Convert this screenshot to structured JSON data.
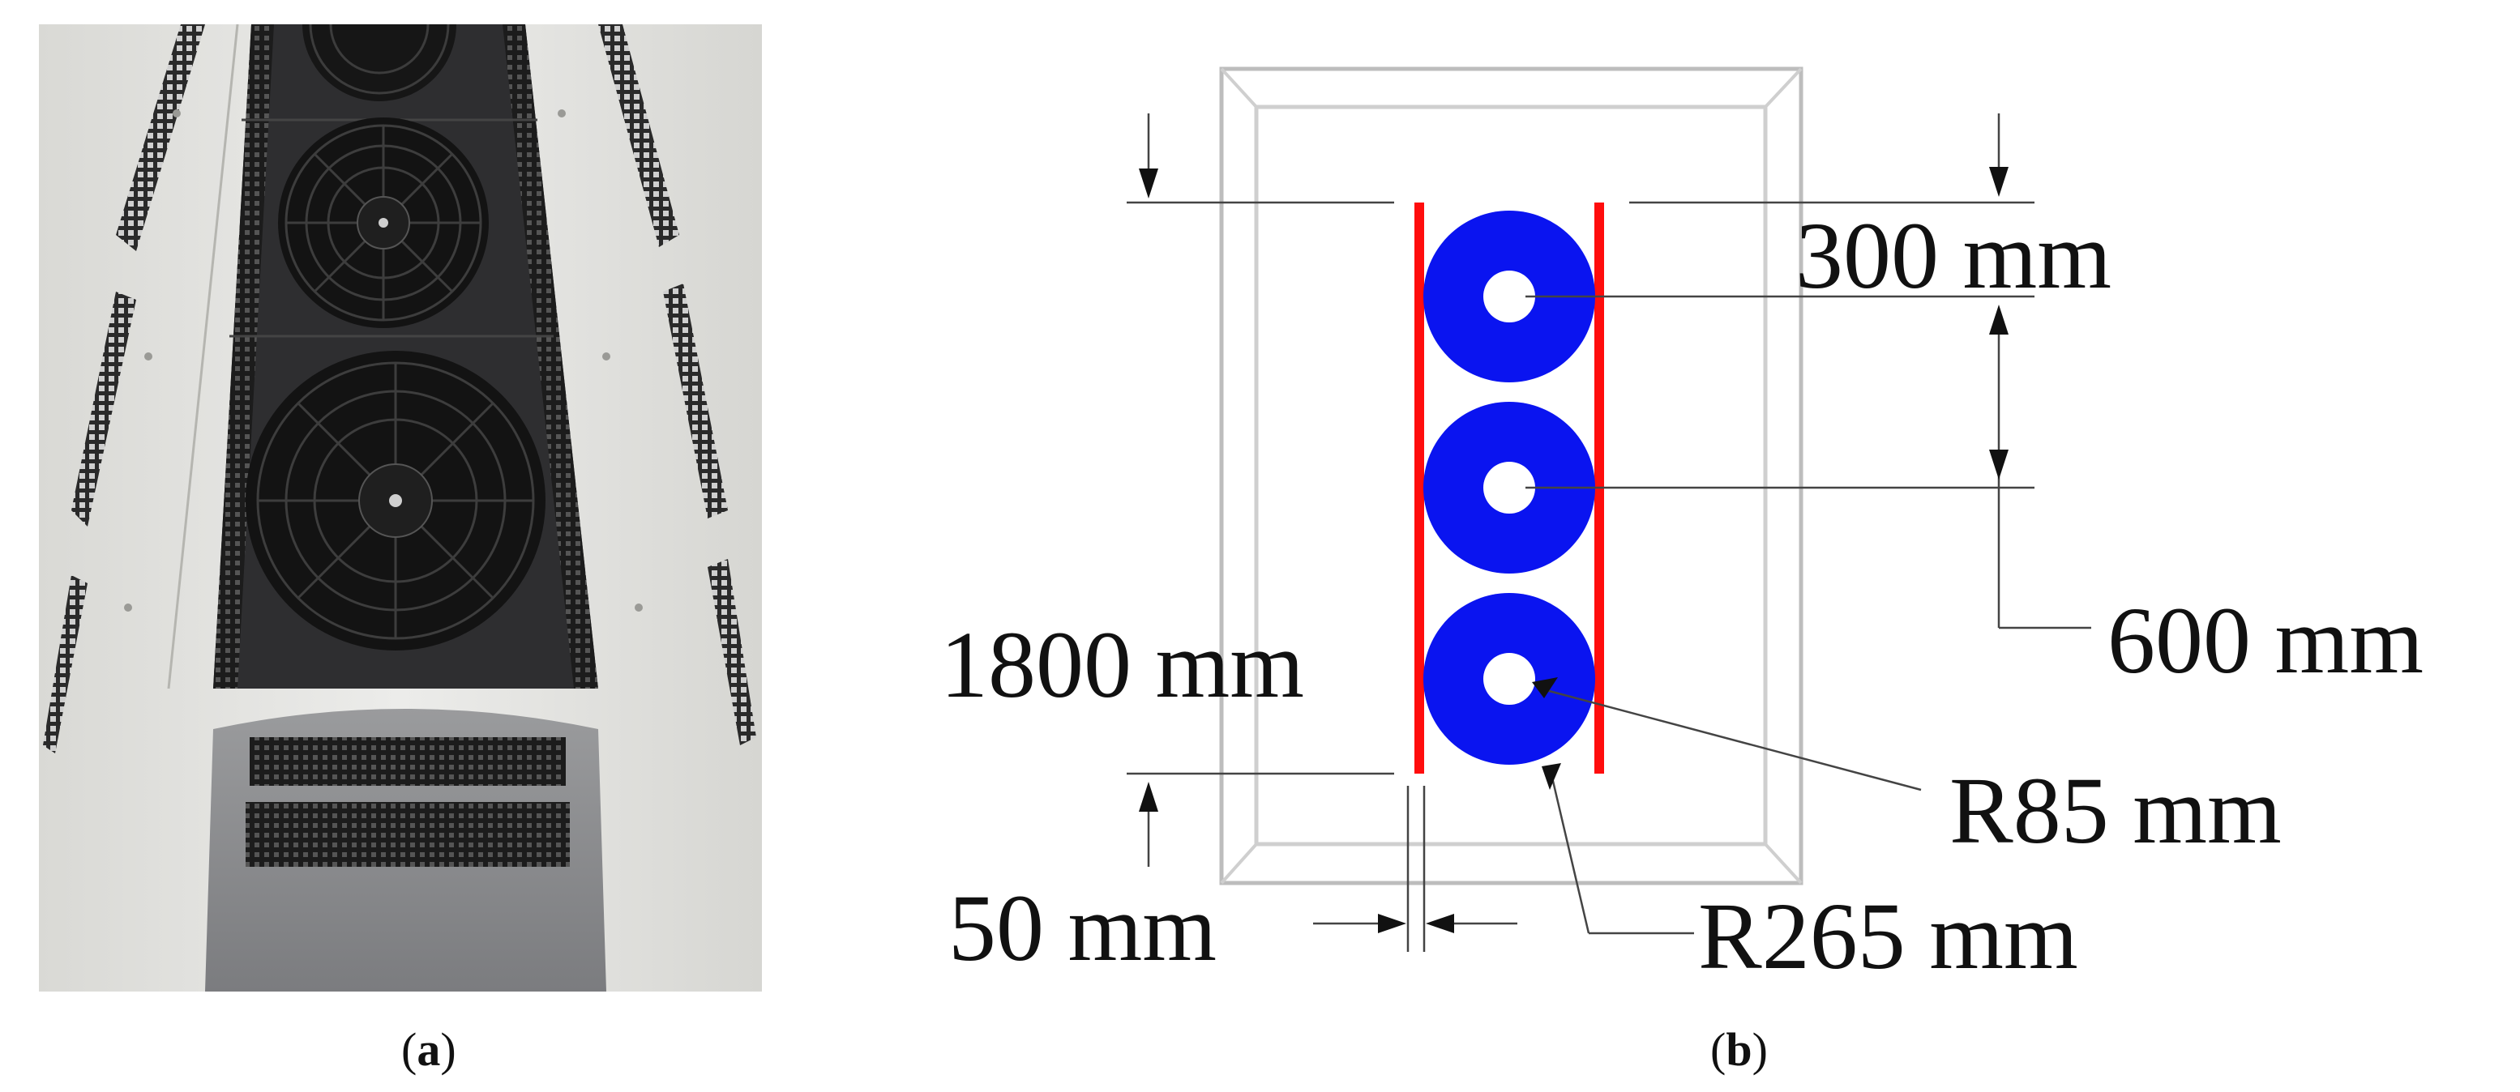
{
  "panel_a": {
    "caption_open": "(",
    "caption_letter": "a",
    "caption_close": ")"
  },
  "panel_b": {
    "caption_open": "(",
    "caption_letter": "b",
    "caption_close": ")",
    "dimensions": {
      "spacing_300": "300 mm",
      "pitch_600": "600 mm",
      "height_1800": "1800 mm",
      "inner_radius": "R85 mm",
      "outer_radius": "R265 mm",
      "gap_50": "50 mm"
    }
  },
  "colors": {
    "coil": "#0a14f0",
    "plate": "#ff0d0d",
    "frame": "#c8c8c8",
    "fan_panel": "#2e2e30",
    "housing": "#e6e6e3"
  }
}
